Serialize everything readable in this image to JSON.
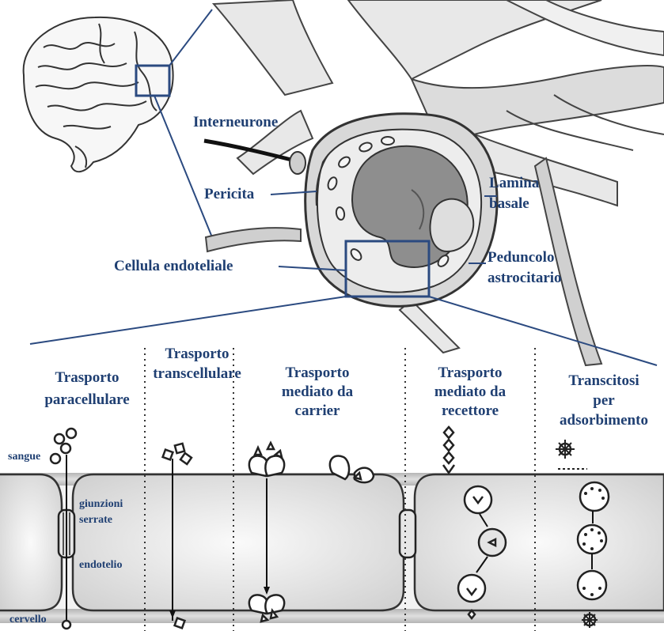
{
  "labels": {
    "interneurone": "Interneurone",
    "pericita": "Pericita",
    "lamina_line1": "Lamina",
    "lamina_line2": "basale",
    "endoteliale": "Cellula endoteliale",
    "peduncolo_line1": "Peduncolo",
    "peduncolo_line2": "astrocitario"
  },
  "columns": {
    "paracellulare": [
      "Trasporto",
      "paracellulare"
    ],
    "transcellulare": [
      "Trasporto",
      "transcellulare"
    ],
    "carrier": [
      "Trasporto",
      "mediato da",
      "carrier"
    ],
    "recettore": [
      "Trasporto",
      "mediato da",
      "recettore"
    ],
    "transcitosi": [
      "Transcitosi",
      "per",
      "adsorbimento"
    ]
  },
  "side_labels": {
    "sangue": "sangue",
    "giunzioni_line1": "giunzioni",
    "giunzioni_line2": "serrate",
    "endotelio": "endotelio",
    "cervello": "cervello"
  },
  "colors": {
    "label_text": "#1f3f72",
    "line_blue": "#2b4a80",
    "ink": "#222222"
  }
}
